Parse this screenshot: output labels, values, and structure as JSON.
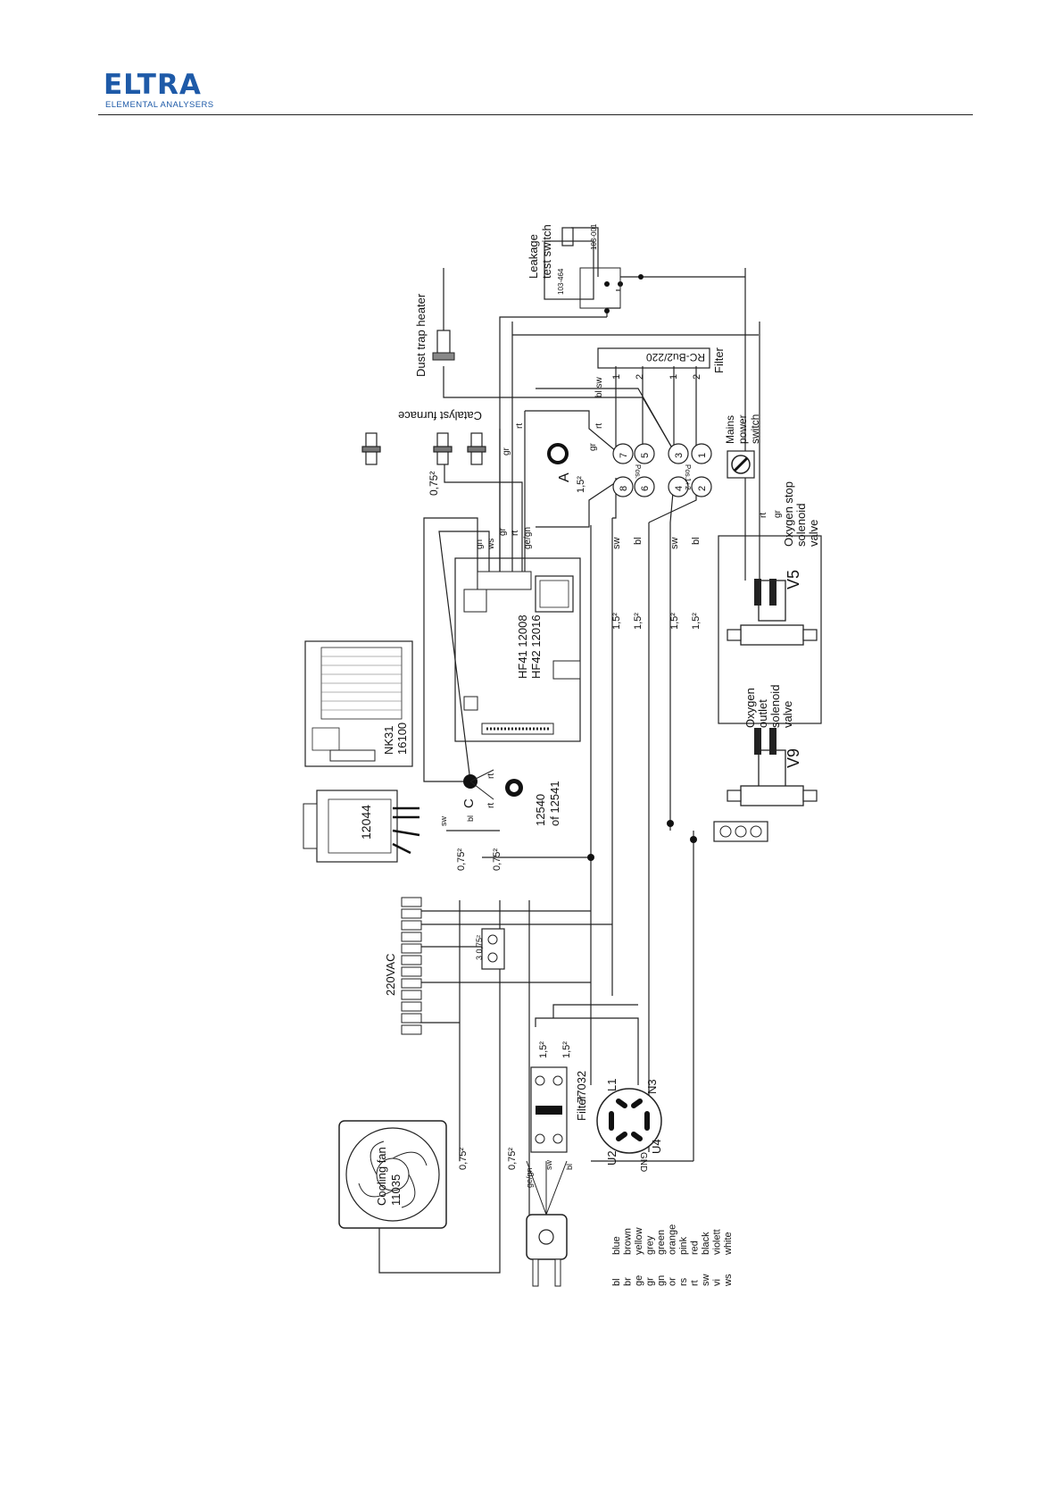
{
  "header": {
    "logo_text": "ELTRA",
    "logo_subtitle": "ELEMENTAL ANALYSERS"
  },
  "colors": {
    "brand": "#1e5aa8",
    "line": "#222222"
  },
  "labels": {
    "leakage_switch": [
      "Leakage",
      "test switch"
    ],
    "part_103_464": "103-464",
    "part_103_001": "103-001",
    "dust_trap": "Dust trap heater",
    "filter_top_code": "RC-Bu2/220",
    "filter_top": "Filter",
    "catalyst": "Catalyst furnace",
    "mains_switch": [
      "Mains",
      "power",
      "switch"
    ],
    "oxygen_stop": [
      "Oxygen stop",
      "solenoid",
      "valve"
    ],
    "oxygen_outlet": [
      "Oxygen",
      "outlet",
      "solenoid",
      "valve"
    ],
    "v5": "V5",
    "v9": "V9",
    "connector_a": "A",
    "a_section": "1,5²",
    "catalyst_section": "0,75²",
    "pos1": "Pos.",
    "pos2": "Pos.",
    "pos_1_2": "1+2",
    "hf_boards": [
      "HF41 12008",
      "HF42 12016"
    ],
    "nk_board": [
      "NK31",
      "16100"
    ],
    "transformer": "12044",
    "connector_c": "C",
    "part_12540": [
      "12540",
      "of 12541"
    ],
    "terminal_block": "220VAC",
    "terminal_section": "3 0,75²",
    "cooling_fan": [
      "Cooling fan",
      "11035"
    ],
    "filter_bottom": "Filter",
    "filter_bottom_code": "77032",
    "l1": "L1",
    "n3": "N3",
    "u2": "U2",
    "u4": "U4",
    "gnd": "GND",
    "sec_15": "1,5²",
    "sec_075": "0,75²",
    "wire_sw": "sw",
    "wire_bl": "bl",
    "wire_gr": "gr",
    "wire_rt": "rt",
    "wire_ws": "ws",
    "wire_gn": "gn",
    "wire_gegn": "ge/gn",
    "wire_bl_sw": "bl sw",
    "pins_top": [
      "1",
      "2",
      "1",
      "2"
    ],
    "pins_switch": [
      "7",
      "5",
      "3",
      "1",
      "8",
      "6",
      "4",
      "2"
    ]
  },
  "legend": [
    {
      "code": "bl",
      "name": "blue"
    },
    {
      "code": "br",
      "name": "brown"
    },
    {
      "code": "ge",
      "name": "yellow"
    },
    {
      "code": "gr",
      "name": "grey"
    },
    {
      "code": "gn",
      "name": "green"
    },
    {
      "code": "or",
      "name": "orange"
    },
    {
      "code": "rs",
      "name": "pink"
    },
    {
      "code": "rt",
      "name": "red"
    },
    {
      "code": "sw",
      "name": "black"
    },
    {
      "code": "vi",
      "name": "violett"
    },
    {
      "code": "ws",
      "name": "white"
    }
  ]
}
